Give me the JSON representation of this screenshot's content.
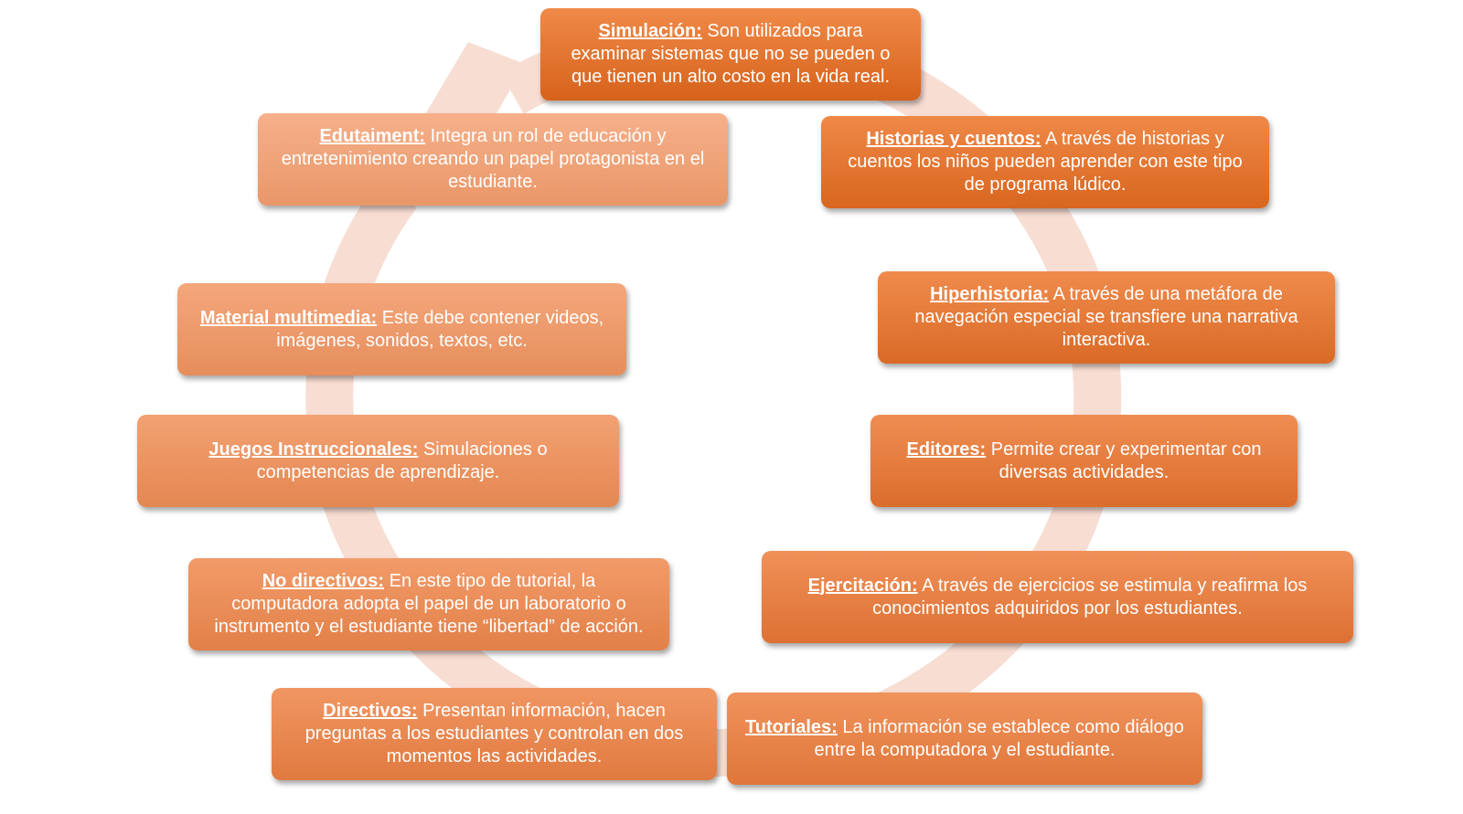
{
  "colors": {
    "arrow": "#f8ddd3",
    "arrow_stroke": "#f6d3c6",
    "text": "#ffffff"
  },
  "nodes": [
    {
      "id": "simulacion",
      "title": "Simulación:",
      "sep": " ",
      "text": "Son utilizados para examinar sistemas que no se pueden o que tienen un alto costo en la vida real.",
      "top_color": "#f08a48",
      "bottom_color": "#d6621b"
    },
    {
      "id": "historias",
      "title": "Historias y cuentos:",
      "sep": " ",
      "text": "A través de historias y cuentos los niños pueden aprender con este tipo de programa lúdico.",
      "top_color": "#ef8847",
      "bottom_color": "#d8661f"
    },
    {
      "id": "hiperhistoria",
      "title": "Hiperhistoria:",
      "sep": " ",
      "text": "A través de una metáfora de navegación especial se transfiere una narrativa interactiva.",
      "top_color": "#ef8b4d",
      "bottom_color": "#da6a26"
    },
    {
      "id": "editores",
      "title": "Editores:",
      "sep": " ",
      "text": "Permite crear y experimentar con diversas actividades.",
      "top_color": "#ef8d52",
      "bottom_color": "#db6d2c"
    },
    {
      "id": "ejercitacion",
      "title": "Ejercitación:",
      "sep": " ",
      "text": "A través de ejercicios se estimula y reafirma los conocimientos adquiridos por los estudiantes.",
      "top_color": "#f09058",
      "bottom_color": "#dd7133"
    },
    {
      "id": "tutoriales",
      "title": "Tutoriales:",
      "sep": " ",
      "text": "La información se establece como diálogo entre la computadora y el estudiante.",
      "top_color": "#f0935c",
      "bottom_color": "#df763a"
    },
    {
      "id": "directivos",
      "title": "Directivos:",
      "sep": " ",
      "text": "Presentan información, hacen preguntas a los estudiantes y controlan en dos momentos las actividades.",
      "top_color": "#f19662",
      "bottom_color": "#e07a40"
    },
    {
      "id": "no-directivos",
      "title": "No directivos:",
      "sep": " ",
      "text": "En este tipo de tutorial, la computadora adopta el papel de un laboratorio o instrumento y el estudiante tiene “libertad” de acción.",
      "top_color": "#f29b69",
      "bottom_color": "#e28048"
    },
    {
      "id": "juegos",
      "title": "Juegos Instruccionales:",
      "sep": " ",
      "text": "Simulaciones o competencias de aprendizaje.",
      "top_color": "#f3a172",
      "bottom_color": "#e48752"
    },
    {
      "id": "multimedia",
      "title": "Material multimedia:",
      "sep": " ",
      "text": "Este debe contener videos, imágenes, sonidos, textos, etc.",
      "top_color": "#f4a77c",
      "bottom_color": "#e68e5c"
    },
    {
      "id": "edutaiment",
      "title": "Edutaiment:",
      "sep": " ",
      "text": "Integra un rol de educación y entretenimiento creando un papel protagonista en el estudiante.",
      "top_color": "#f6b08a",
      "bottom_color": "#e99769"
    }
  ]
}
